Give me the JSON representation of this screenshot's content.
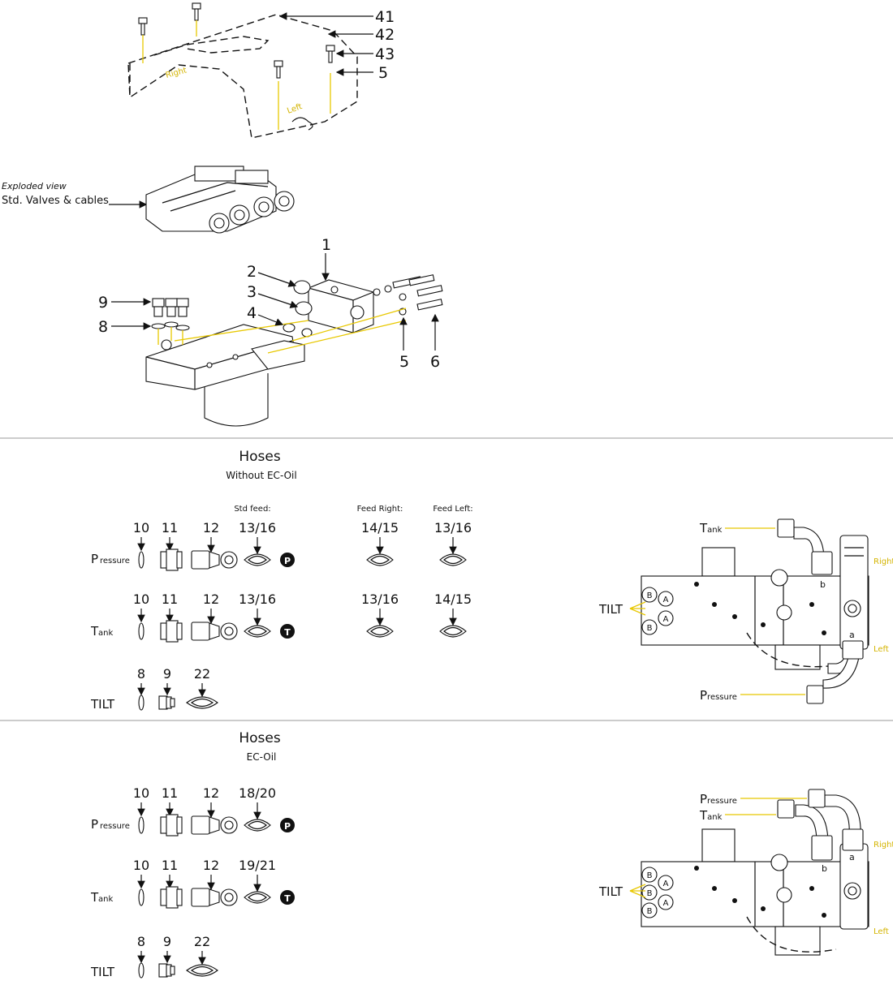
{
  "top_callouts": {
    "n41": "41",
    "n42": "42",
    "n43": "43",
    "n5": "5"
  },
  "cover_labels": {
    "right": "Right",
    "left": "Left"
  },
  "exploded": {
    "line1": "Exploded view",
    "line2": "Std. Valves & cables"
  },
  "block_callouts": {
    "n1": "1",
    "n2": "2",
    "n3": "3",
    "n4": "4",
    "n5": "5",
    "n6": "6",
    "n8": "8",
    "n9": "9"
  },
  "section1": {
    "title": "Hoses",
    "subtitle": "Without EC-Oil",
    "feed_std": "Std feed:",
    "feed_right": "Feed Right:",
    "feed_left": "Feed Left:",
    "pressure_row": {
      "label_big": "P",
      "label_small": "ressure",
      "n1": "10",
      "n2": "11",
      "n3": "12",
      "n4": "13/16",
      "badge": "P",
      "right1": "14/15",
      "right2": "13/16"
    },
    "tank_row": {
      "label_big": "T",
      "label_small": "ank",
      "n1": "10",
      "n2": "11",
      "n3": "12",
      "n4": "13/16",
      "badge": "T",
      "right1": "13/16",
      "right2": "14/15"
    },
    "tilt_row": {
      "label": "TILT",
      "n1": "8",
      "n2": "9",
      "n3": "22"
    }
  },
  "section2": {
    "title": "Hoses",
    "subtitle": "EC-Oil",
    "pressure_row": {
      "label_big": "P",
      "label_small": "ressure",
      "n1": "10",
      "n2": "11",
      "n3": "12",
      "n4": "18/20",
      "badge": "P"
    },
    "tank_row": {
      "label_big": "T",
      "label_small": "ank",
      "n1": "10",
      "n2": "11",
      "n3": "12",
      "n4": "19/21",
      "badge": "T"
    },
    "tilt_row": {
      "label": "TILT",
      "n1": "8",
      "n2": "9",
      "n3": "22"
    }
  },
  "valve1": {
    "tank_big": "T",
    "tank_small": "ank",
    "pressure_big": "P",
    "pressure_small": "ressure",
    "tilt": "TILT",
    "right": "Right",
    "left": "Left",
    "port_b": "b",
    "port_a": "a",
    "ab_a": "A",
    "ab_b": "B"
  },
  "valve2": {
    "tank_big": "T",
    "tank_small": "ank",
    "pressure_big": "P",
    "pressure_small": "ressure",
    "tilt": "TILT",
    "right": "Right",
    "left": "Left",
    "port_b": "b",
    "port_a": "a",
    "ab_a": "A",
    "ab_b": "B"
  }
}
